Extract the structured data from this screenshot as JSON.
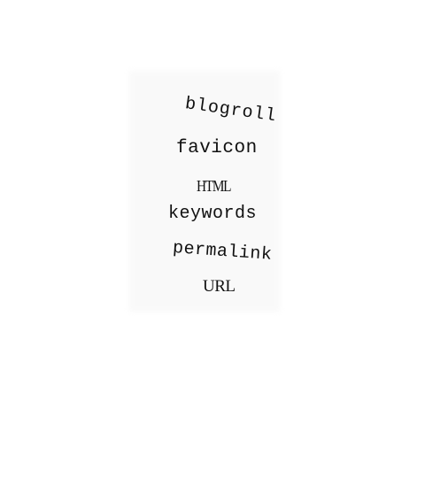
{
  "tag_cloud": {
    "words": [
      "blogroll",
      "favicon",
      "HTML",
      "keywords",
      "permalink",
      "URL"
    ]
  }
}
